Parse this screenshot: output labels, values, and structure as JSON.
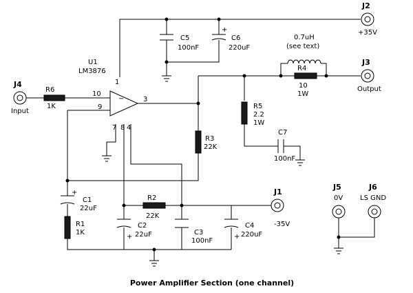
{
  "title": "Power Amplifier Section (one channel)",
  "components": {
    "U1": {
      "ref": "U1",
      "value": "LM3876"
    },
    "R1": {
      "ref": "R1",
      "value": "1K"
    },
    "R2": {
      "ref": "R2",
      "value": "22K"
    },
    "R3": {
      "ref": "R3",
      "value": "22K"
    },
    "R4": {
      "ref": "R4",
      "value": "10",
      "rating": "1W",
      "inductor": "0.7uH",
      "inductor_note": "(see text)"
    },
    "R5": {
      "ref": "R5",
      "value": "2.2",
      "rating": "1W"
    },
    "R6": {
      "ref": "R6",
      "value": "1K"
    },
    "C1": {
      "ref": "C1",
      "value": "22uF"
    },
    "C2": {
      "ref": "C2",
      "value": "22uF"
    },
    "C3": {
      "ref": "C3",
      "value": "100nF"
    },
    "C4": {
      "ref": "C4",
      "value": "220uF"
    },
    "C5": {
      "ref": "C5",
      "value": "100nF"
    },
    "C6": {
      "ref": "C6",
      "value": "220uF"
    },
    "C7": {
      "ref": "C7",
      "value": "100nF"
    }
  },
  "connectors": {
    "J1": {
      "ref": "J1",
      "label": "-35V"
    },
    "J2": {
      "ref": "J2",
      "label": "+35V"
    },
    "J3": {
      "ref": "J3",
      "label": "Output"
    },
    "J4": {
      "ref": "J4",
      "label": "Input"
    },
    "J5": {
      "ref": "J5",
      "label": "0V"
    },
    "J6": {
      "ref": "J6",
      "label": "LS GND"
    }
  },
  "pins": {
    "p10": "10",
    "p9": "9",
    "p1": "1",
    "p3": "3",
    "p7": "7",
    "p8": "8",
    "p4": "4"
  },
  "polarity": {
    "plus": "+"
  }
}
